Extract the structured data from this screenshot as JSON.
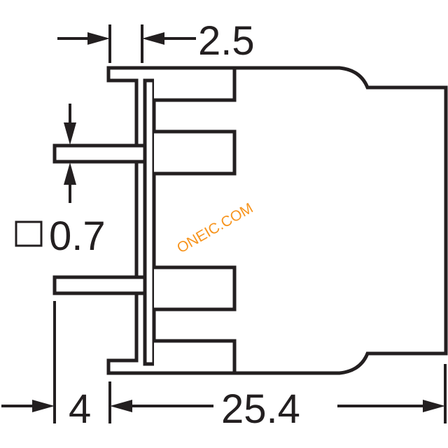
{
  "dimensions": {
    "top_width": "2.5",
    "pin_size": "0.7",
    "pin_length": "4",
    "overall_length": "25.4"
  },
  "symbols": {
    "square": "square-symbol"
  },
  "watermark": {
    "text": "ONEIC.COM"
  },
  "colors": {
    "line": "#231f20",
    "watermark": "#f7941d",
    "background": "#ffffff"
  }
}
